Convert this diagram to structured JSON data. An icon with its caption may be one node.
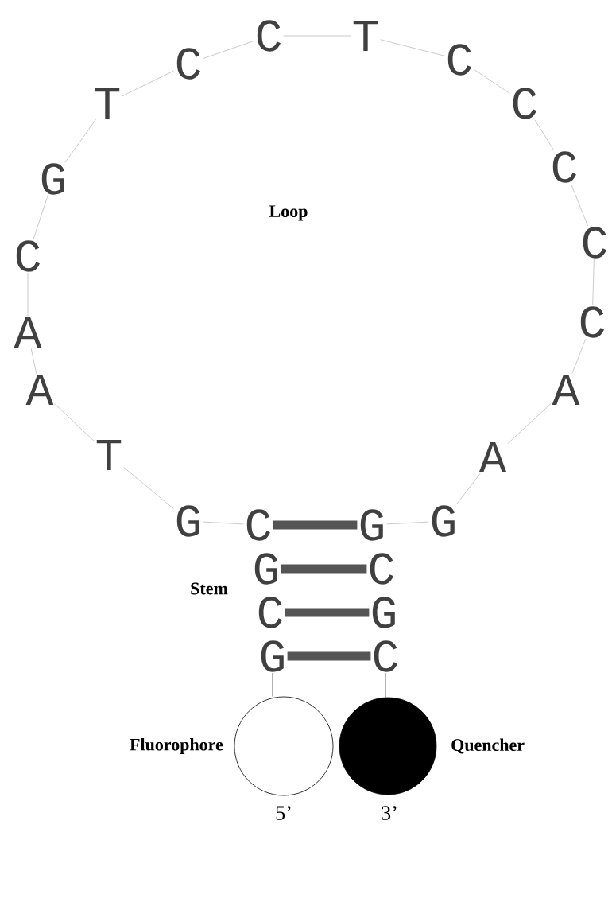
{
  "diagram": {
    "nodes": [
      {
        "text": [
          "G"
        ]
      },
      {
        "text": [
          "C"
        ]
      },
      {
        "text": [
          "G"
        ]
      },
      {
        "text": [
          "C"
        ]
      },
      {
        "text": [
          "G"
        ]
      },
      {
        "text": [
          "T"
        ]
      },
      {
        "text": [
          "A"
        ]
      },
      {
        "text": [
          "A"
        ]
      },
      {
        "text": [
          "C"
        ]
      },
      {
        "text": [
          "G"
        ]
      },
      {
        "text": [
          "T"
        ]
      },
      {
        "text": [
          "C"
        ]
      },
      {
        "text": [
          "C"
        ]
      },
      {
        "text": [
          "T"
        ]
      },
      {
        "text": [
          "C"
        ]
      },
      {
        "text": [
          "C"
        ]
      },
      {
        "text": [
          "C"
        ]
      },
      {
        "text": [
          "C"
        ]
      },
      {
        "text": [
          "C"
        ]
      },
      {
        "text": [
          "A"
        ]
      },
      {
        "text": [
          "A"
        ]
      },
      {
        "text": [
          "G"
        ]
      },
      {
        "text": [
          "G"
        ]
      },
      {
        "text": [
          "C"
        ]
      },
      {
        "text": [
          "G"
        ]
      },
      {
        "text": [
          "C"
        ]
      },
      {
        "text": [],
        "shape": "circle",
        "beside": [
          "Fluorophore",
          "5’"
        ]
      },
      {
        "text": [],
        "shape": "circle",
        "beside": [
          "Quencher",
          "3’"
        ]
      }
    ],
    "edges": [
      {
        "from": 3,
        "to": 4,
        "arrow": "none"
      },
      {
        "from": 4,
        "to": 5,
        "arrow": "none"
      },
      {
        "from": 5,
        "to": 6,
        "arrow": "none"
      },
      {
        "from": 6,
        "to": 7,
        "arrow": "none"
      },
      {
        "from": 7,
        "to": 8,
        "arrow": "none"
      },
      {
        "from": 8,
        "to": 9,
        "arrow": "none"
      },
      {
        "from": 9,
        "to": 10,
        "arrow": "none"
      },
      {
        "from": 10,
        "to": 11,
        "arrow": "none"
      },
      {
        "from": 11,
        "to": 12,
        "arrow": "none"
      },
      {
        "from": 12,
        "to": 13,
        "arrow": "none"
      },
      {
        "from": 13,
        "to": 14,
        "arrow": "none"
      },
      {
        "from": 14,
        "to": 15,
        "arrow": "none"
      },
      {
        "from": 15,
        "to": 16,
        "arrow": "none"
      },
      {
        "from": 16,
        "to": 17,
        "arrow": "none"
      },
      {
        "from": 17,
        "to": 18,
        "arrow": "none"
      },
      {
        "from": 18,
        "to": 19,
        "arrow": "none"
      },
      {
        "from": 19,
        "to": 20,
        "arrow": "none"
      },
      {
        "from": 20,
        "to": 21,
        "arrow": "none"
      },
      {
        "from": 21,
        "to": 22,
        "arrow": "none"
      },
      {
        "from": 3,
        "to": 22,
        "arrow": "none",
        "style": "thick",
        "color": "#555555"
      },
      {
        "from": 2,
        "to": 23,
        "arrow": "none",
        "style": "thick",
        "color": "#555555"
      },
      {
        "from": 1,
        "to": 24,
        "arrow": "none",
        "style": "thick",
        "color": "#555555"
      },
      {
        "from": 0,
        "to": 25,
        "arrow": "none",
        "style": "thick",
        "color": "#555555"
      },
      {
        "from": 0,
        "to": 26,
        "arrow": "none",
        "color": "#000000"
      },
      {
        "from": 25,
        "to": 27,
        "arrow": "none",
        "color": "#000000"
      }
    ],
    "labels": [
      "Loop",
      "Stem"
    ]
  }
}
